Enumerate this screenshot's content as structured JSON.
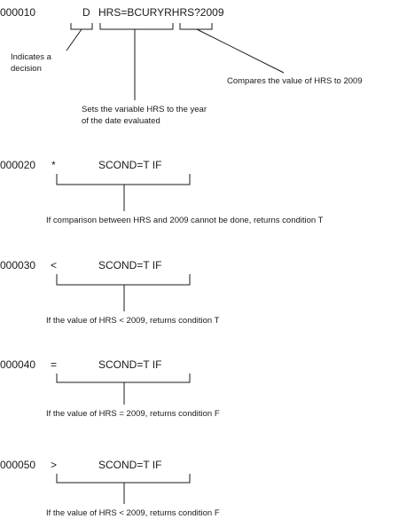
{
  "line1": {
    "number": "000010",
    "op": "D",
    "statement": "HRS=BCURYRHRS?2009",
    "notes": {
      "decision": [
        "Indicates a",
        "decision"
      ],
      "compare": "Compares the value of HRS to 2009",
      "sets": [
        "Sets the variable HRS to the year",
        "of the date evaluated"
      ]
    }
  },
  "lines": [
    {
      "number": "000020",
      "op": "*",
      "statement": "SCOND=T IF",
      "note": "If comparison between HRS and 2009 cannot be done, returns condition T"
    },
    {
      "number": "000030",
      "op": "<",
      "statement": "SCOND=T IF",
      "note": "If the value of HRS < 2009, returns condition T"
    },
    {
      "number": "000040",
      "op": "=",
      "statement": "SCOND=T IF",
      "note": "If the value of HRS = 2009, returns condition F"
    },
    {
      "number": "000050",
      "op": ">",
      "statement": "SCOND=T IF",
      "note": "If the value of HRS < 2009, returns condition F"
    }
  ],
  "colors": {
    "ink": "#1a1a1a",
    "background": "#ffffff"
  }
}
